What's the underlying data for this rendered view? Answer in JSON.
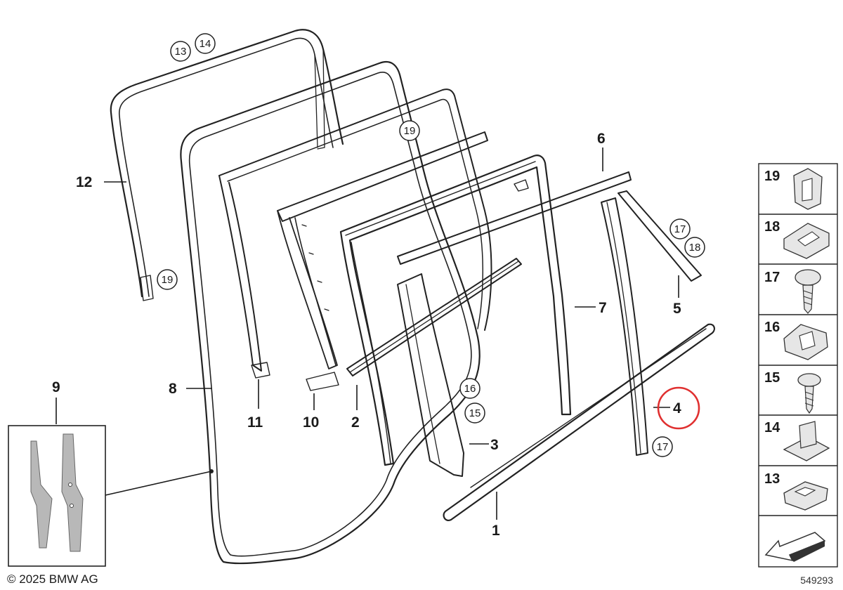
{
  "footer": {
    "copyright": "© 2025 BMW AG",
    "diagram_number": "549293"
  },
  "part_labels": [
    "1",
    "2",
    "3",
    "4",
    "5",
    "6",
    "7",
    "8",
    "9",
    "10",
    "11",
    "12"
  ],
  "circled_labels": [
    "13",
    "14",
    "19",
    "19",
    "17",
    "18",
    "16",
    "15",
    "17"
  ],
  "highlight_color": "#e03030",
  "legend": {
    "items": [
      {
        "label": "19",
        "icon": "clip-19-icon"
      },
      {
        "label": "18",
        "icon": "clip-18-icon"
      },
      {
        "label": "17",
        "icon": "screw-17-icon"
      },
      {
        "label": "16",
        "icon": "clip-16-icon"
      },
      {
        "label": "15",
        "icon": "screw-15-icon"
      },
      {
        "label": "14",
        "icon": "clip-14-icon"
      },
      {
        "label": "13",
        "icon": "clip-13-icon"
      }
    ],
    "nav_icon": "arrow-icon"
  }
}
